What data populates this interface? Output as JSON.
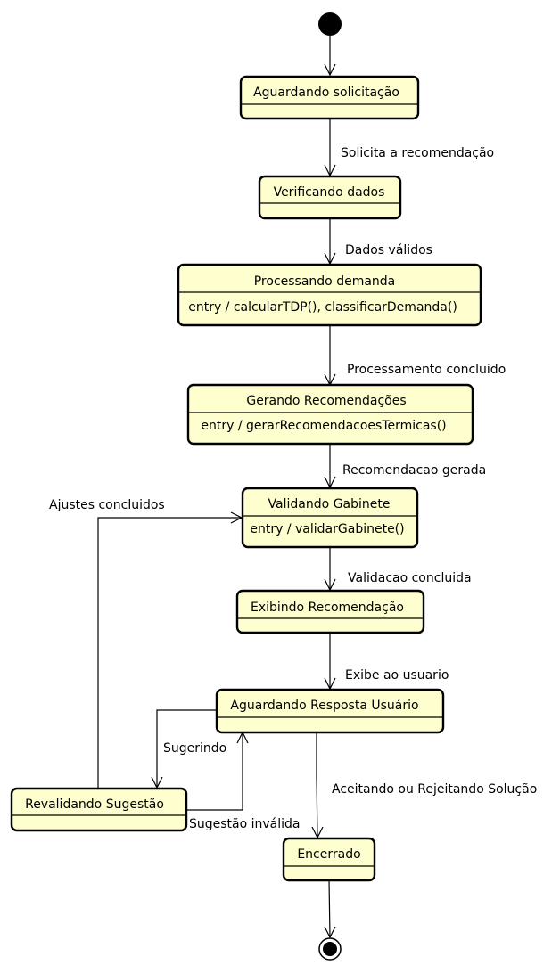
{
  "diagram": {
    "states": {
      "aguardando_solicitacao": {
        "name": "Aguardando solicitação"
      },
      "verificando_dados": {
        "name": "Verificando dados"
      },
      "processando_demanda": {
        "name": "Processando demanda",
        "action": "entry / calcularTDP(), classificarDemanda()"
      },
      "gerando_recomendacoes": {
        "name": "Gerando Recomendações",
        "action": "entry / gerarRecomendacoesTermicas()"
      },
      "validando_gabinete": {
        "name": "Validando Gabinete",
        "action": "entry / validarGabinete()"
      },
      "exibindo_recomendacao": {
        "name": "Exibindo Recomendação"
      },
      "aguardando_resposta": {
        "name": "Aguardando Resposta Usuário"
      },
      "revalidando_sugestao": {
        "name": "Revalidando Sugestão"
      },
      "encerrado": {
        "name": "Encerrado"
      }
    },
    "transitions": {
      "solicita": "Solicita a recomendação",
      "dados_validos": "Dados válidos",
      "processamento_concluido": "Processamento concluido",
      "recomendacao_gerada": "Recomendacao gerada",
      "validacao_concluida": "Validacao concluida",
      "exibe_usuario": "Exibe ao usuario",
      "sugerindo": "Sugerindo",
      "sugestao_invalida": "Sugestão inválida",
      "ajustes_concluidos": "Ajustes concluidos",
      "aceitando_rejeitando": "Aceitando ou Rejeitando Solução"
    }
  }
}
